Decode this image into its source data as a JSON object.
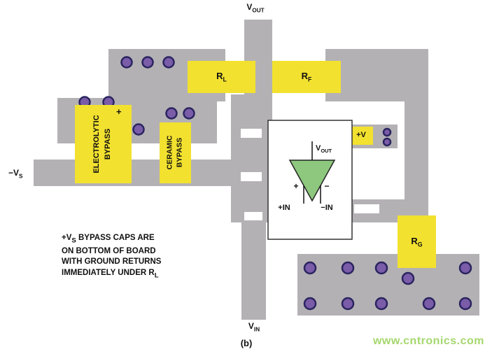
{
  "diagram": {
    "type": "pcb-layout",
    "figure_label": "(b)",
    "watermark": "www.cntronics.com",
    "power": {
      "vout_top": "V~OUT~",
      "vin_bottom": "V~IN~",
      "neg_vs": "−V~S~",
      "plus_v": "+V"
    },
    "components": {
      "rl": "R~L~",
      "rf": "R~F~",
      "rg": "R~G~",
      "electrolytic": {
        "line1": "ELECTROLYTIC",
        "line2": "BYPASS",
        "polarity": "+"
      },
      "ceramic": {
        "line1": "CERAMIC",
        "line2": "BYPASS"
      }
    },
    "opamp": {
      "vout": "V~OUT~",
      "plus": "+",
      "minus": "−",
      "plus_in": "+IN",
      "minus_in": "−IN"
    },
    "note": {
      "lines": [
        "+V~S~ BYPASS CAPS ARE",
        "ON BOTTOM OF BOARD",
        "WITH GROUND RETURNS",
        "IMMEDIATELY UNDER R~L~"
      ]
    },
    "colors": {
      "trace_gray": "#b4b1b5",
      "component_yellow": "#f2e12f",
      "pad_purple": "#7a5ca8",
      "pad_outline": "#2a2560",
      "opamp_green": "#8dc87e",
      "watermark_green": "#a5d76e"
    }
  }
}
